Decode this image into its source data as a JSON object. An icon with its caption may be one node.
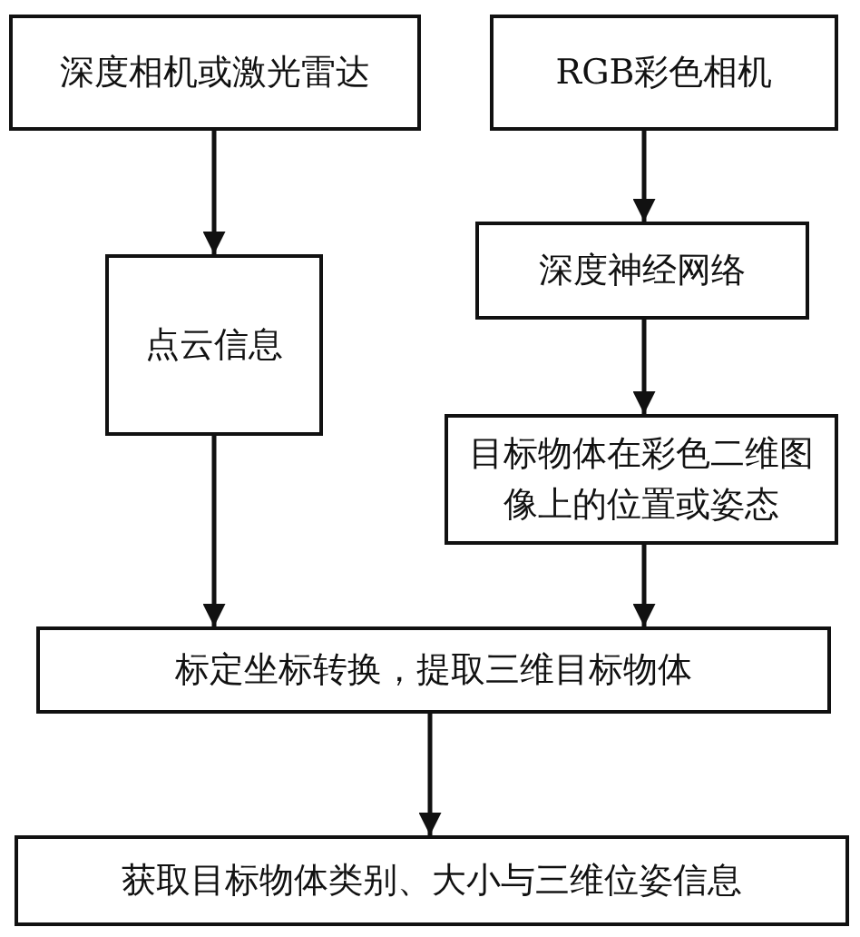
{
  "diagram": {
    "nodes": [
      {
        "text": [
          "深度相机或激光雷达"
        ]
      },
      {
        "text": [
          "RGB彩色相机"
        ]
      },
      {
        "text": [
          "点云信息"
        ]
      },
      {
        "text": [
          "深度神经网络"
        ]
      },
      {
        "text": [
          "目标物体在彩色二维图像上的位置或姿态"
        ]
      },
      {
        "text": [
          "标定坐标转换，提取三维目标物体"
        ]
      },
      {
        "text": [
          "获取目标物体类别、大小与三维位姿信息"
        ]
      }
    ],
    "edges": [
      {
        "from": 0,
        "to": 2,
        "arrow": "to"
      },
      {
        "from": 1,
        "to": 3,
        "arrow": "to"
      },
      {
        "from": 3,
        "to": 4,
        "arrow": "to"
      },
      {
        "from": 2,
        "to": 5,
        "arrow": "to"
      },
      {
        "from": 4,
        "to": 5,
        "arrow": "to"
      },
      {
        "from": 5,
        "to": 6,
        "arrow": "to"
      }
    ]
  }
}
